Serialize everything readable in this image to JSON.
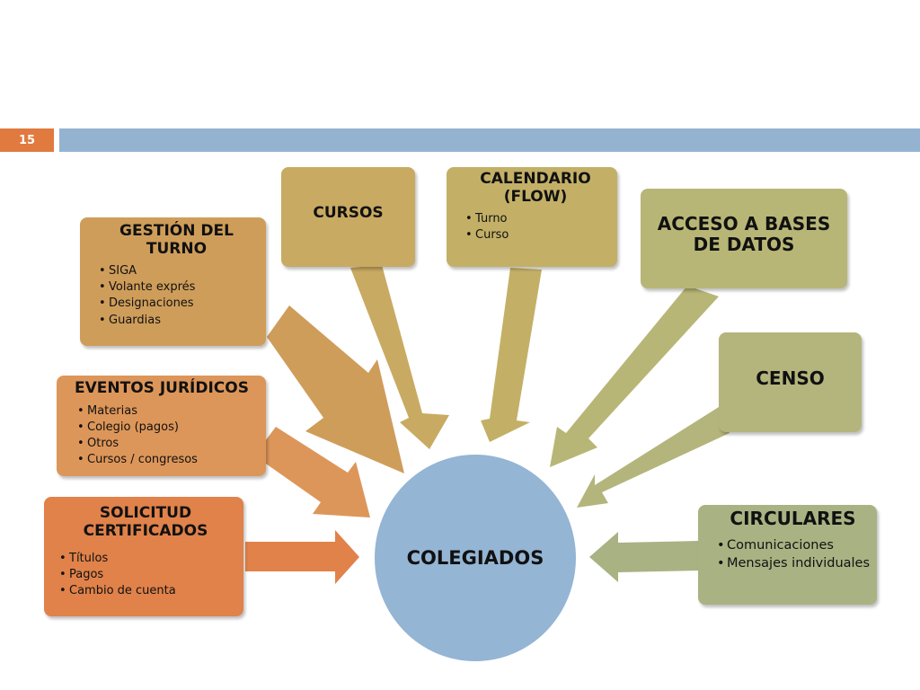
{
  "slide_number": "15",
  "colors": {
    "slide_number_bg": "#e07a3f",
    "top_bar": "#93b3d1",
    "center": "#94b5d4",
    "solicitud": "#e0824a",
    "eventos": "#dd9659",
    "gestion": "#cf9d5a",
    "cursos": "#c9aa62",
    "calendario": "#c3b066",
    "acceso": "#b8b676",
    "censo": "#b4b57c",
    "circulares": "#a9b283"
  },
  "center": {
    "label": "COLEGIADOS"
  },
  "boxes": {
    "solicitud": {
      "title": "SOLICITUD CERTIFICADOS",
      "items": [
        "Títulos",
        "Pagos",
        "Cambio de cuenta"
      ]
    },
    "eventos": {
      "title": "EVENTOS JURÍDICOS",
      "items": [
        "Materias",
        "Colegio (pagos)",
        "Otros",
        "Cursos / congresos"
      ]
    },
    "gestion": {
      "title": "GESTIÓN DEL TURNO",
      "items": [
        "SIGA",
        "Volante exprés",
        "Designaciones",
        "Guardias"
      ]
    },
    "cursos": {
      "title": "CURSOS"
    },
    "calendario": {
      "title": "CALENDARIO (FLOW)",
      "items": [
        "Turno",
        "Curso"
      ]
    },
    "acceso": {
      "title": "ACCESO A BASES DE DATOS"
    },
    "censo": {
      "title": "CENSO"
    },
    "circulares": {
      "title": "CIRCULARES",
      "items": [
        "Comunicaciones",
        "Mensajes individuales"
      ]
    }
  }
}
